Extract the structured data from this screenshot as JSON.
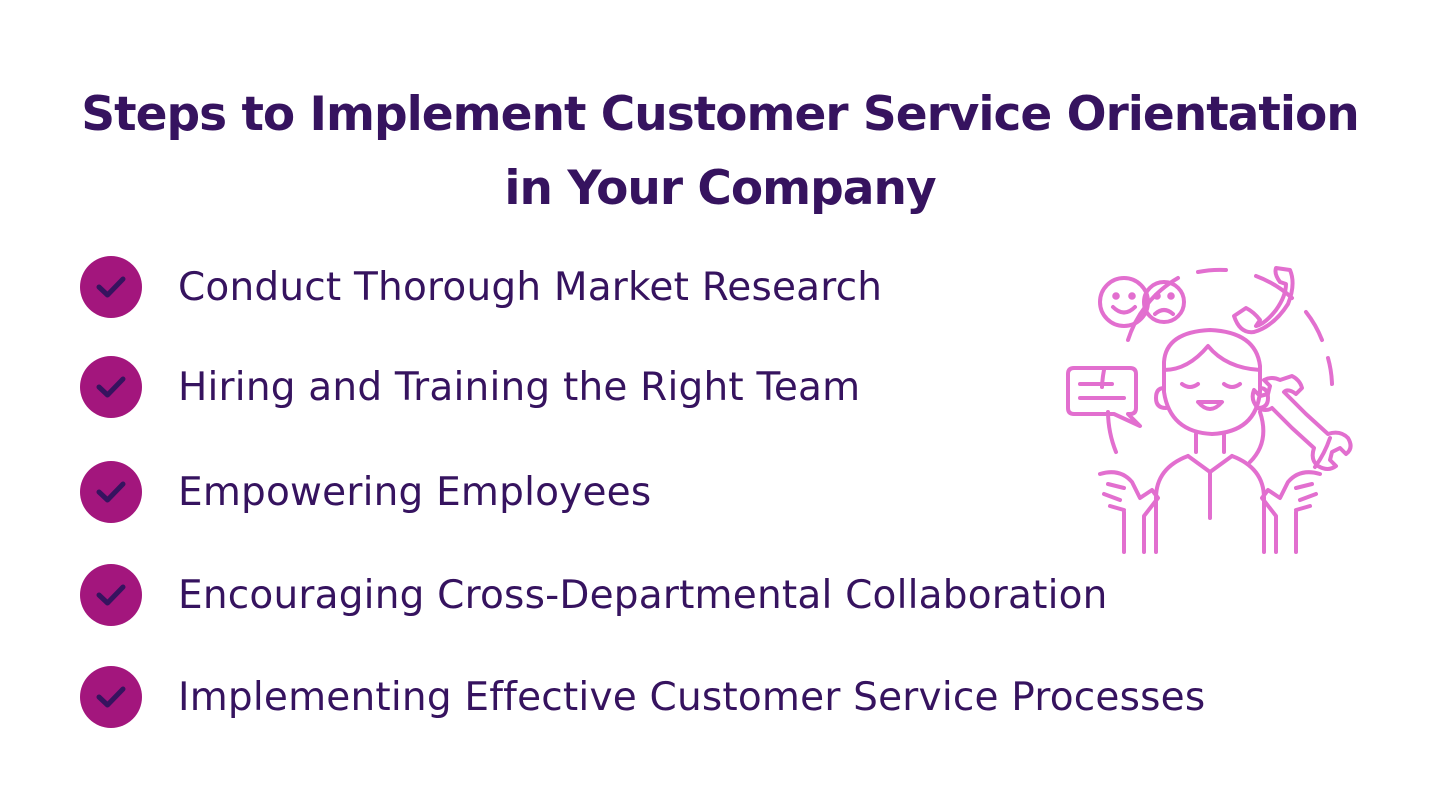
{
  "title": {
    "line1": "Steps to Implement Customer Service Orientation",
    "line2": "in Your Company"
  },
  "steps": [
    {
      "label": "Conduct Thorough Market Research",
      "icon": "check-icon"
    },
    {
      "label": "Hiring and Training the Right Team",
      "icon": "check-icon"
    },
    {
      "label": "Empowering Employees",
      "icon": "check-icon"
    },
    {
      "label": "Encouraging Cross-Departmental Collaboration",
      "icon": "check-icon"
    },
    {
      "label": "Implementing Effective Customer Service Processes",
      "icon": "check-icon"
    }
  ],
  "illustration": {
    "icon": "customer-service-agent-icon"
  },
  "colors": {
    "title": "#36135f",
    "text": "#36135f",
    "check_bg": "#a3167d",
    "check_mark": "#36135f",
    "illustration": "#e26fcf",
    "background": "#ffffff"
  }
}
